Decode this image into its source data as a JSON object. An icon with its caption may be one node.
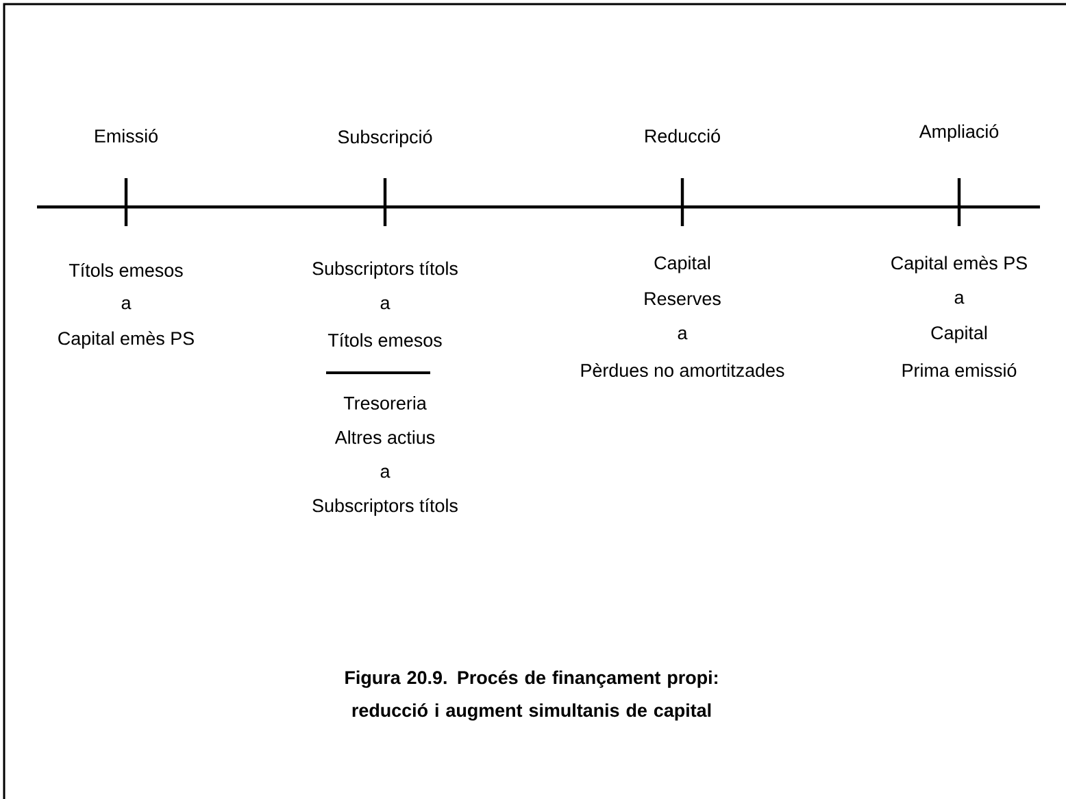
{
  "diagram": {
    "caption": "Figura 20.9. Procés de finançament propi: reducció i augment simultanis de capital",
    "labels": [
      "Emissió",
      "Subscripció",
      "Reducció",
      "Ampliació",
      "Títols emesos",
      "a",
      "Capital emès PS",
      "Subscriptors títols",
      "a",
      "Títols emesos",
      "Capital",
      "Reserves",
      "a",
      "Pèrdues no amortitzades",
      "Capital emès PS",
      "a",
      "Capital",
      "Prima emissió",
      "Tresoreria",
      "Altres actius",
      "a",
      "Subscriptors títols"
    ]
  }
}
